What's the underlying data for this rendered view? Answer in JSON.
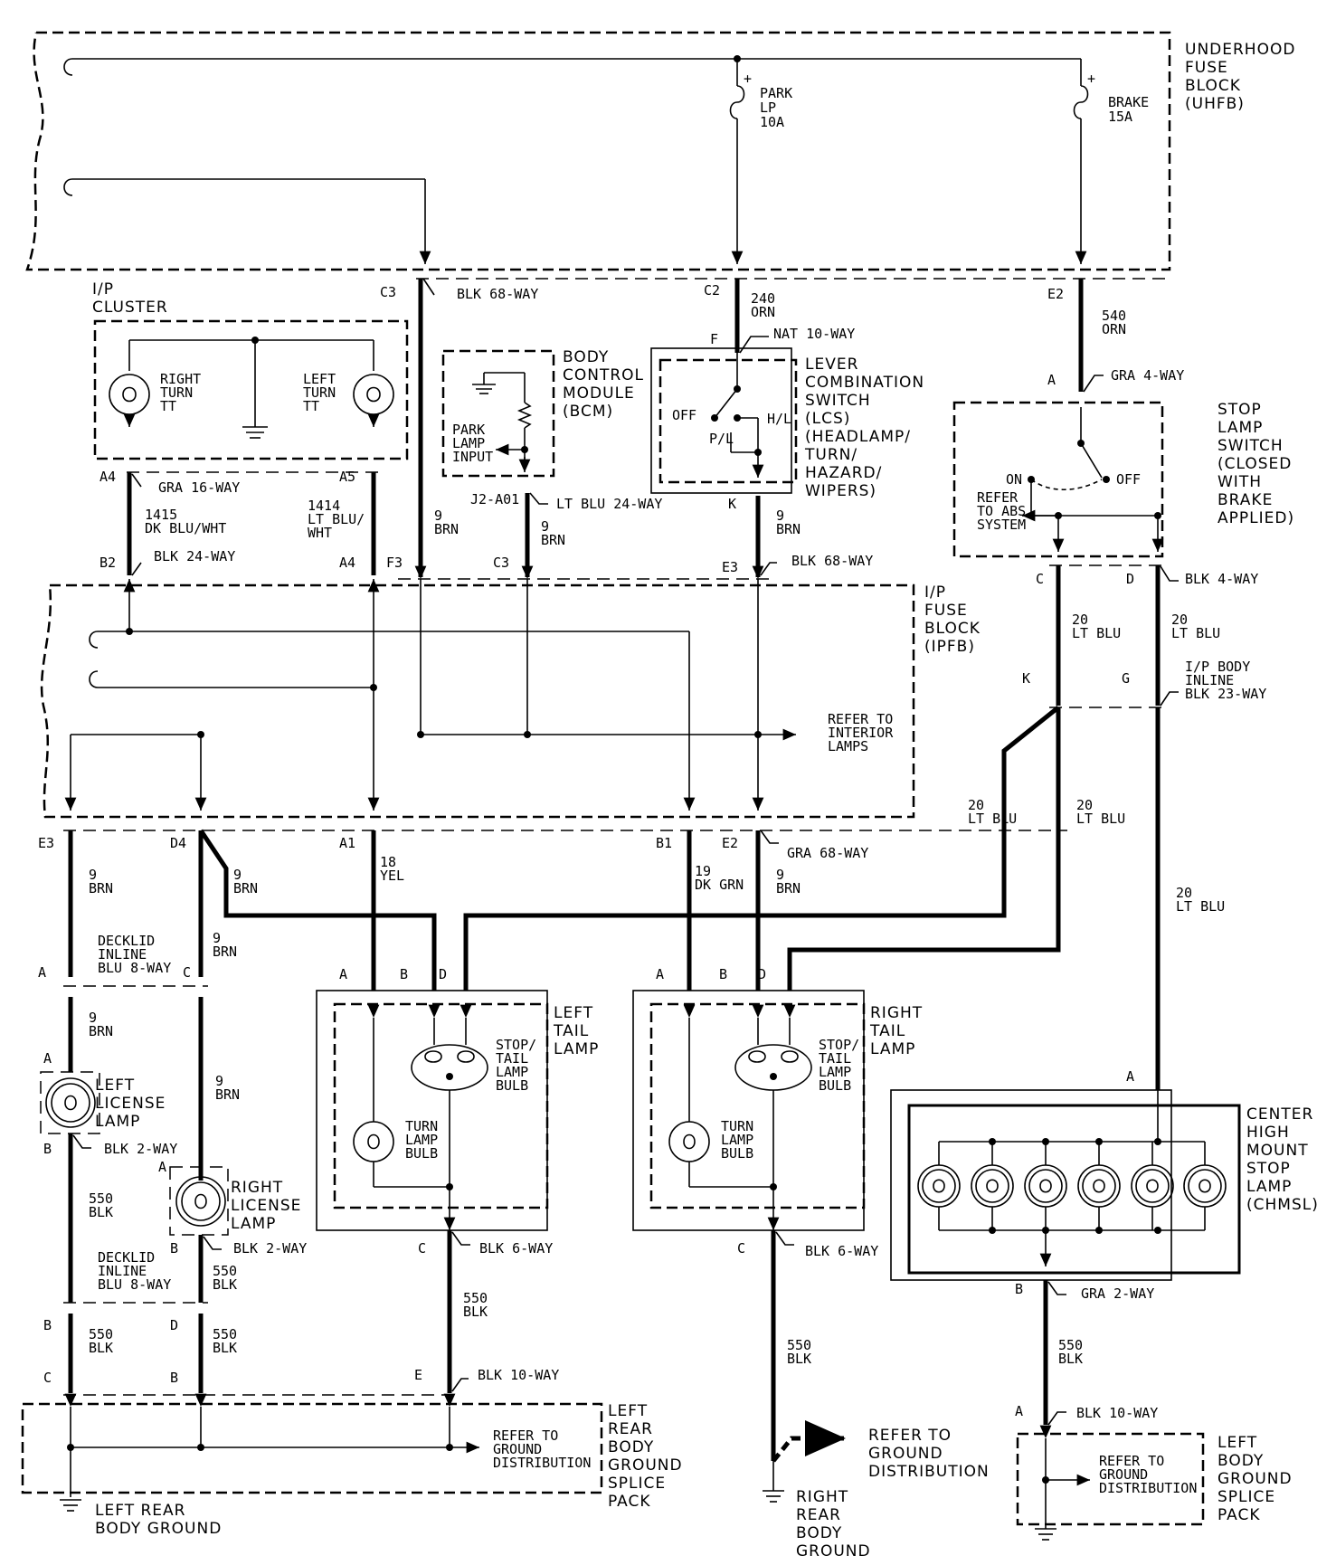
{
  "blocks": {
    "uhfb": [
      "UNDERHOOD",
      "FUSE",
      "BLOCK",
      "(UHFB)"
    ],
    "ip_cluster": [
      "I/P",
      "CLUSTER"
    ],
    "bcm": [
      "BODY",
      "CONTROL",
      "MODULE",
      "(BCM)"
    ],
    "lcs": [
      "LEVER",
      "COMBINATION",
      "SWITCH",
      "(LCS)",
      "(HEADLAMP/",
      "TURN/",
      "HAZARD/",
      "WIPERS)"
    ],
    "stop_switch": [
      "STOP",
      "LAMP",
      "SWITCH",
      "(CLOSED",
      "WITH",
      "BRAKE",
      "APPLIED)"
    ],
    "ipfb": [
      "I/P",
      "FUSE",
      "BLOCK",
      "(IPFB)"
    ],
    "left_tail": [
      "LEFT",
      "TAIL",
      "LAMP"
    ],
    "right_tail": [
      "RIGHT",
      "TAIL",
      "LAMP"
    ],
    "chmsl": [
      "CENTER",
      "HIGH",
      "MOUNT",
      "STOP",
      "LAMP",
      "(CHMSL)"
    ],
    "left_rear_splice": [
      "LEFT",
      "REAR",
      "BODY",
      "GROUND",
      "SPLICE",
      "PACK"
    ],
    "left_body_splice": [
      "LEFT",
      "BODY",
      "GROUND",
      "SPLICE",
      "PACK"
    ],
    "left_rear_ground": [
      "LEFT REAR",
      "BODY GROUND"
    ],
    "right_rear_ground": [
      "RIGHT",
      "REAR",
      "BODY",
      "GROUND"
    ],
    "refer_ground_dist": [
      "REFER TO",
      "GROUND",
      "DISTRIBUTION"
    ],
    "ip_body_inline": [
      "I/P BODY",
      "INLINE",
      "BLK 23-WAY"
    ],
    "decklid_inline": [
      "DECKLID",
      "INLINE",
      "BLU 8-WAY"
    ]
  },
  "fuses": {
    "park": [
      "PARK",
      "LP",
      "10A"
    ],
    "brake": [
      "BRAKE",
      "15A"
    ]
  },
  "components": {
    "right_turn_tt": [
      "RIGHT",
      "TURN",
      "TT"
    ],
    "left_turn_tt": [
      "LEFT",
      "TURN",
      "TT"
    ],
    "park_lamp_input": [
      "PARK",
      "LAMP",
      "INPUT"
    ],
    "stop_tail_bulb": [
      "STOP/",
      "TAIL",
      "LAMP",
      "BULB"
    ],
    "turn_bulb": [
      "TURN",
      "LAMP",
      "BULB"
    ],
    "left_license": [
      "LEFT",
      "LICENSE",
      "LAMP"
    ],
    "right_license": [
      "RIGHT",
      "LICENSE",
      "LAMP"
    ],
    "refer_abs": [
      "REFER",
      "TO ABS",
      "SYSTEM"
    ],
    "refer_interior": [
      "REFER TO",
      "INTERIOR",
      "LAMPS"
    ],
    "refer_ground_small": [
      "REFER TO",
      "GROUND",
      "DISTRIBUTION"
    ]
  },
  "switch_labels": {
    "off": "OFF",
    "hl": "H/L",
    "pl": "P/L",
    "on": "ON"
  },
  "connectors": {
    "blk68": "BLK 68-WAY",
    "nat10": "NAT 10-WAY",
    "gra4": "GRA 4-WAY",
    "gra16": "GRA 16-WAY",
    "blk24": "BLK 24-WAY",
    "ltblu24": "LT BLU 24-WAY",
    "blk4": "BLK 4-WAY",
    "gra68": "GRA 68-WAY",
    "blk2": "BLK 2-WAY",
    "blk6": "BLK 6-WAY",
    "blk10": "BLK 10-WAY",
    "gra2": "GRA 2-WAY",
    "j2": "J2-A01"
  },
  "wires": {
    "w240": [
      "240",
      "ORN"
    ],
    "w540": [
      "540",
      "ORN"
    ],
    "w1415": [
      "1415",
      "DK BLU/WHT"
    ],
    "w1414": [
      "1414",
      "LT BLU/",
      "WHT"
    ],
    "w9": [
      "9",
      "BRN"
    ],
    "w20": [
      "20",
      "LT BLU"
    ],
    "w18": [
      "18",
      "YEL"
    ],
    "w19": [
      "19",
      "DK GRN"
    ],
    "w550": [
      "550",
      "BLK"
    ]
  },
  "pins": {
    "c3": "C3",
    "c2": "C2",
    "e2": "E2",
    "f": "F",
    "a": "A",
    "b": "B",
    "c": "C",
    "d": "D",
    "e": "E",
    "k": "K",
    "g": "G",
    "a4": "A4",
    "a5": "A5",
    "b2": "B2",
    "f3": "F3",
    "e3": "E3",
    "d4": "D4",
    "a1": "A1",
    "b1": "B1"
  }
}
